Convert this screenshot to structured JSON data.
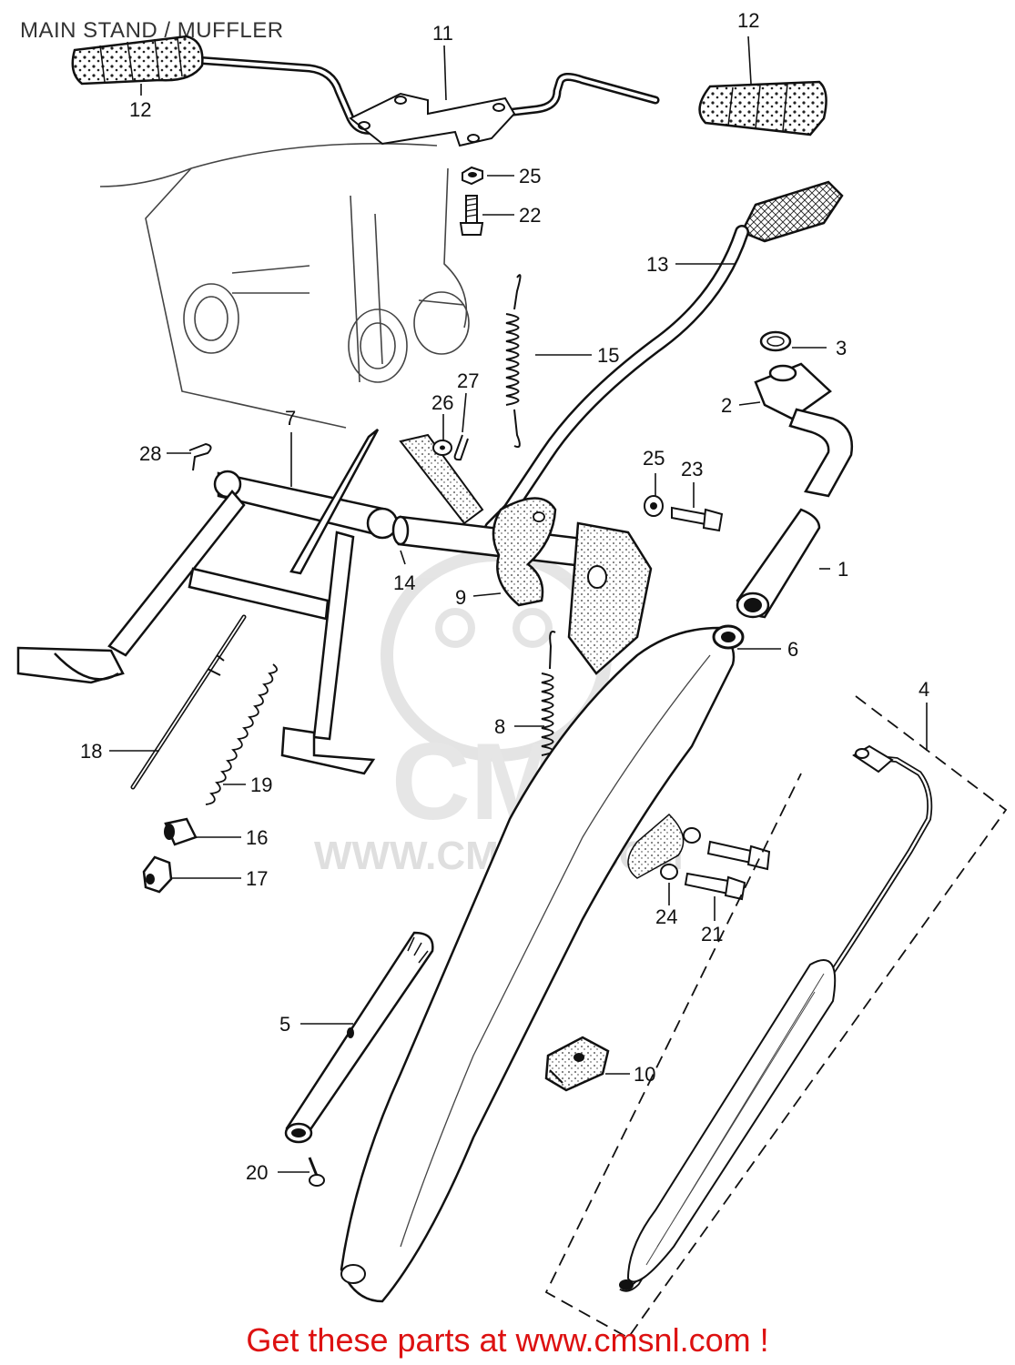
{
  "title": "MAIN STAND / MUFFLER",
  "footer": "Get these parts at www.cmsnl.com !",
  "watermark": {
    "brand": "CMS",
    "url": "WWW.CMSNL.COM"
  },
  "colors": {
    "ink": "#1a1a1a",
    "accent": "#dd1111",
    "watermark": "#dcdcdc"
  },
  "callouts": [
    "1",
    "2",
    "3",
    "4",
    "5",
    "6",
    "7",
    "8",
    "9",
    "10",
    "11",
    "12",
    "12",
    "13",
    "14",
    "15",
    "16",
    "17",
    "18",
    "19",
    "20",
    "21",
    "22",
    "23",
    "24",
    "25",
    "25",
    "26",
    "27",
    "28"
  ]
}
